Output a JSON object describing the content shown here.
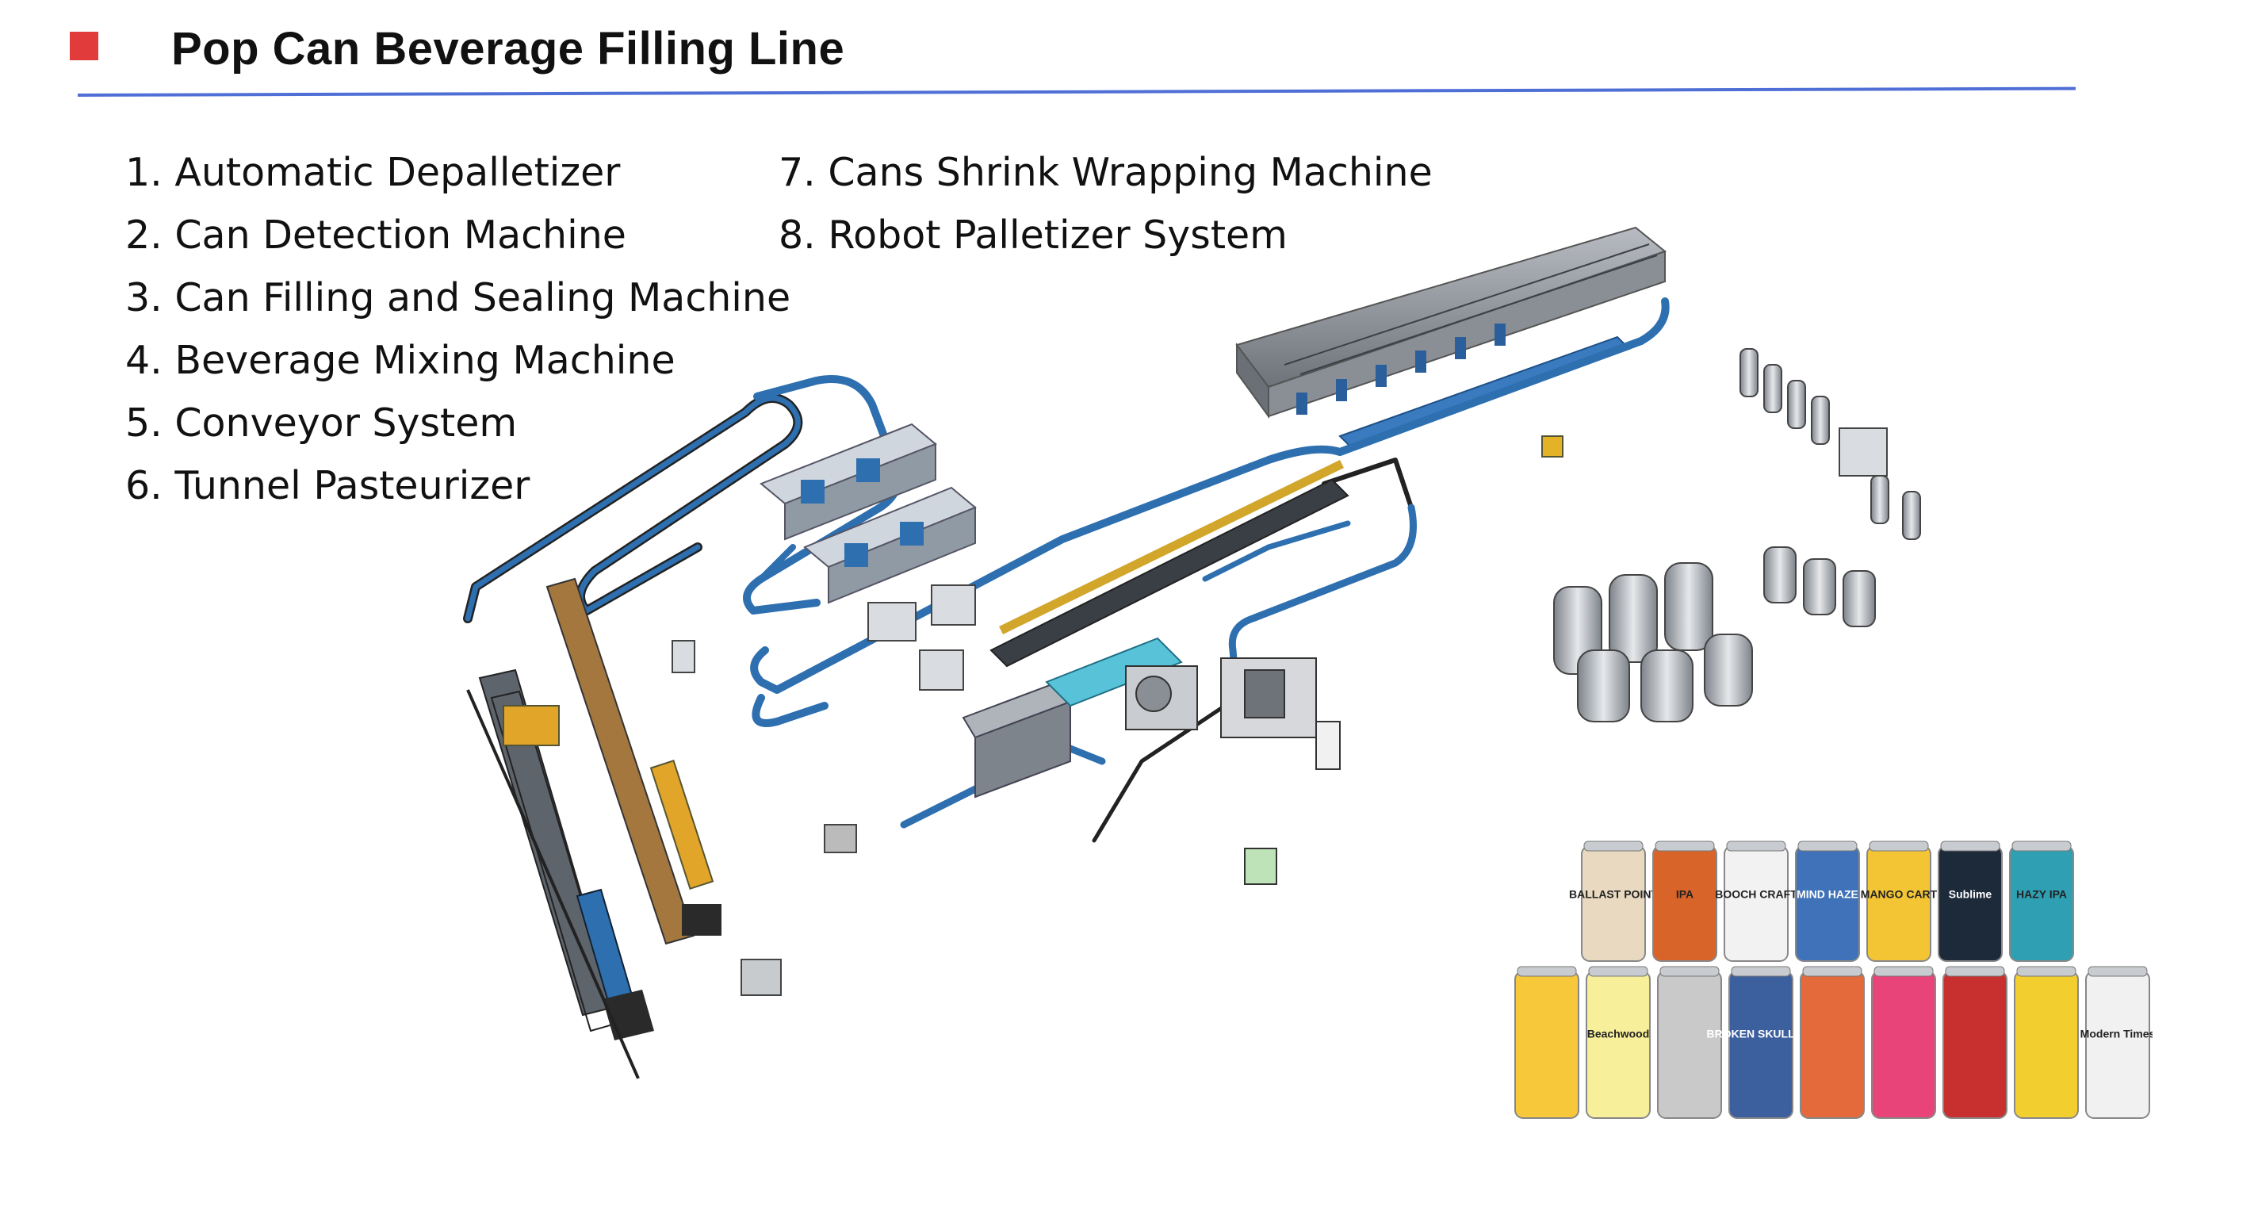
{
  "title": "Pop Can Beverage Filling Line",
  "items_col1": [
    "1. Automatic Depalletizer",
    "2. Can Detection Machine",
    "3. Can Filling and Sealing Machine",
    "4. Beverage Mixing Machine",
    "5. Conveyor System",
    "6. Tunnel Pasteurizer"
  ],
  "items_col2": [
    "7. Cans Shrink Wrapping Machine",
    "8. Robot Palletizer System"
  ],
  "cans_top": [
    {
      "label": "BALLAST POINT",
      "color": "#e8d9c0"
    },
    {
      "label": "IPA",
      "color": "#d9642a"
    },
    {
      "label": "BOOCH CRAFT",
      "color": "#f2f2f2"
    },
    {
      "label": "MIND HAZE",
      "color": "#3f72b8"
    },
    {
      "label": "MANGO CART",
      "color": "#f3c535"
    },
    {
      "label": "Sublime",
      "color": "#1d2a3a"
    },
    {
      "label": "HAZY IPA",
      "color": "#2f9fb3"
    }
  ],
  "cans_bottom": [
    {
      "label": "",
      "color": "#f6c83a"
    },
    {
      "label": "Beachwood",
      "color": "#f7ef9a"
    },
    {
      "label": "",
      "color": "#c9c9c9"
    },
    {
      "label": "BROKEN SKULL IPA",
      "color": "#3c5f9e"
    },
    {
      "label": "",
      "color": "#e46a3c"
    },
    {
      "label": "",
      "color": "#e9447a"
    },
    {
      "label": "",
      "color": "#c8302f"
    },
    {
      "label": "",
      "color": "#f2cf2f"
    },
    {
      "label": "Modern Times",
      "color": "#f1f1f1"
    }
  ],
  "colors": {
    "accent_marker": "#e23b3b",
    "rule": "#4f6fd6",
    "conveyor": "#2e6fb0"
  }
}
